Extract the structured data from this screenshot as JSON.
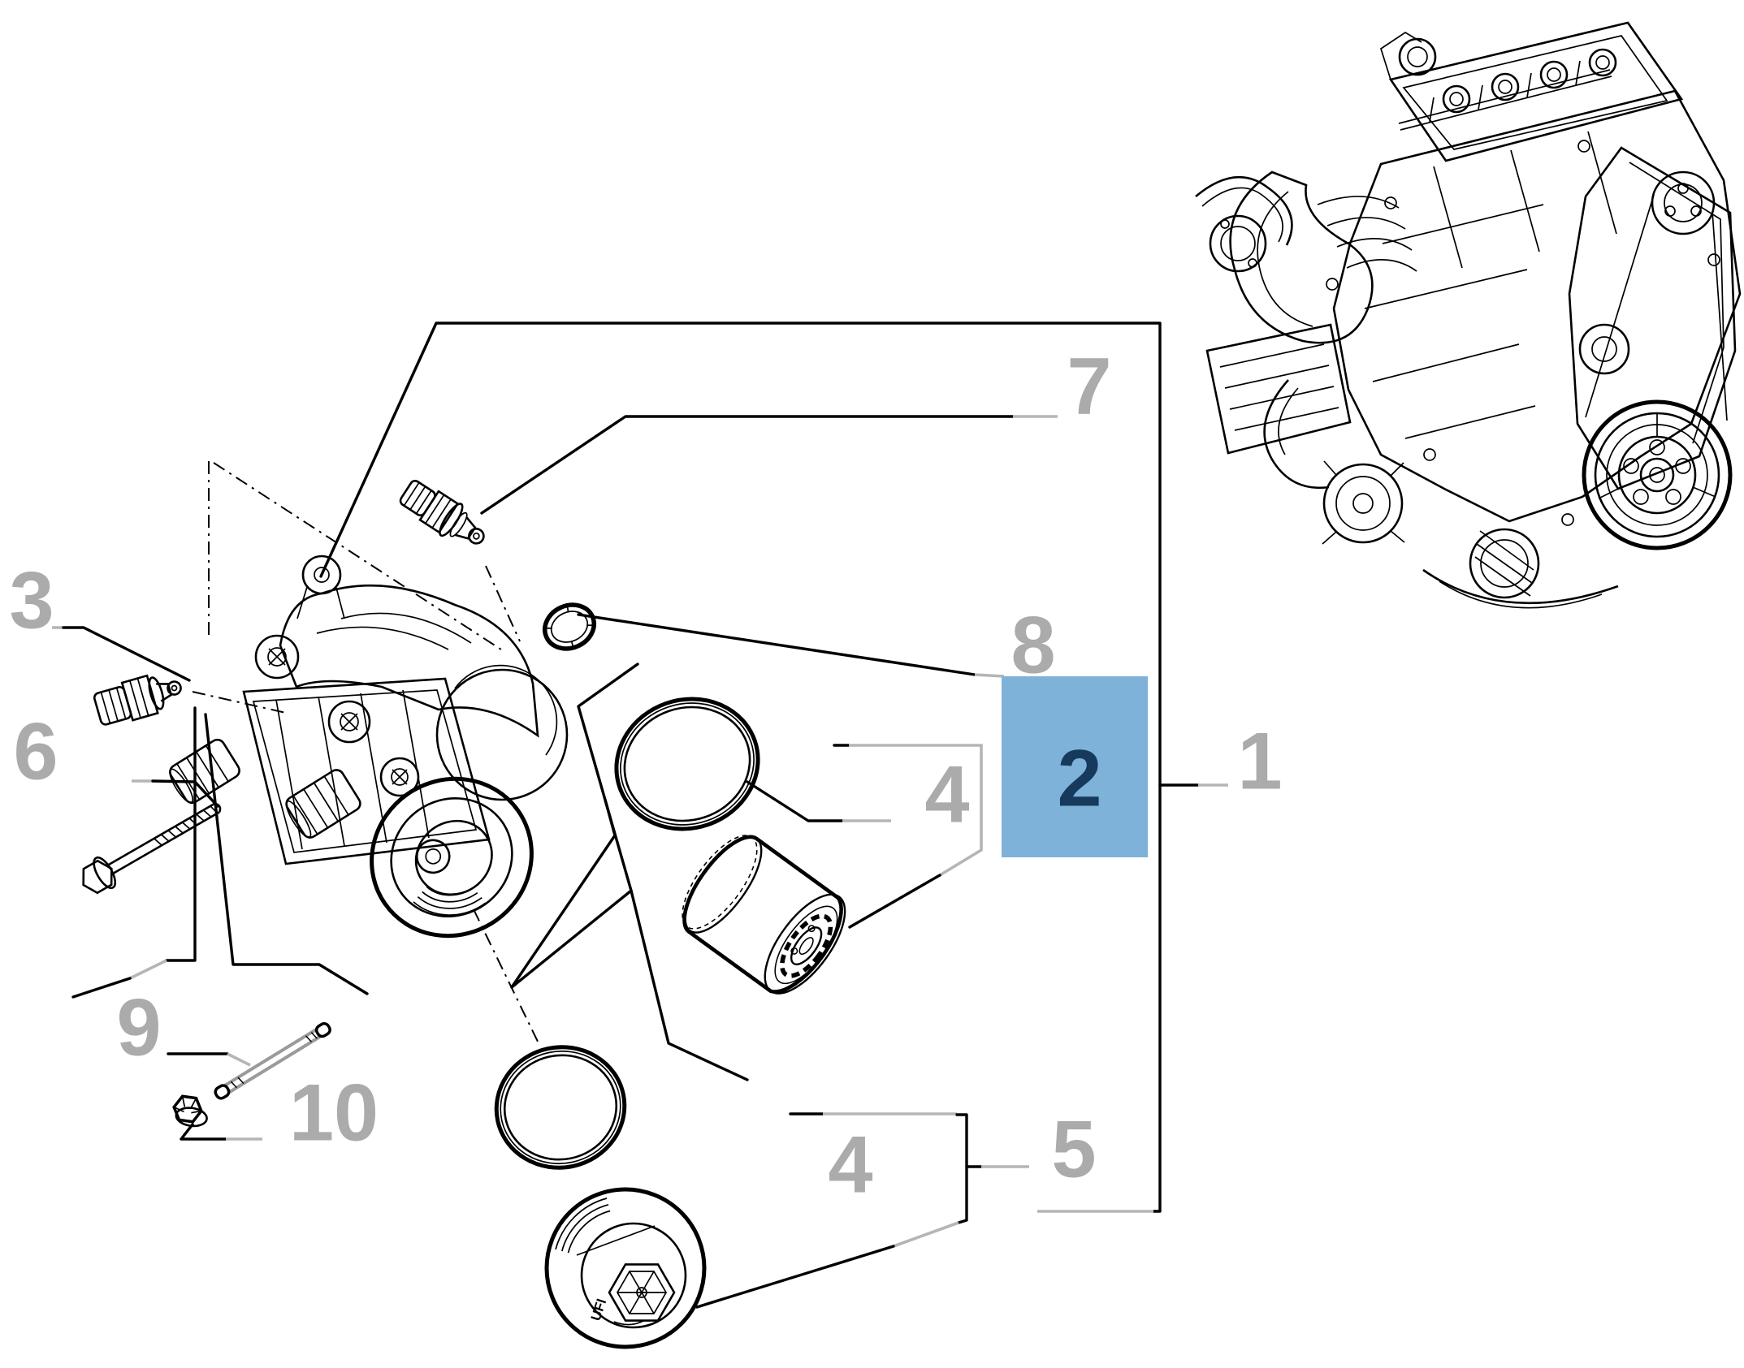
{
  "diagram": {
    "kind": "exploded-parts-diagram",
    "background": "#ffffff",
    "line_color": "#000000",
    "label_color": "#ABABAB",
    "leader_tick_color": "#B5B5B5",
    "highlight": {
      "fill": "#7EB2D8",
      "text_color": "#16395C"
    },
    "callouts": [
      {
        "text": "1",
        "highlighted": false
      },
      {
        "text": "2",
        "highlighted": true
      },
      {
        "text": "3",
        "highlighted": false
      },
      {
        "text": "4",
        "highlighted": false
      },
      {
        "text": "4",
        "highlighted": false
      },
      {
        "text": "5",
        "highlighted": false
      },
      {
        "text": "6",
        "highlighted": false
      },
      {
        "text": "7",
        "highlighted": false
      },
      {
        "text": "8",
        "highlighted": false
      },
      {
        "text": "9",
        "highlighted": false
      },
      {
        "text": "10",
        "highlighted": false
      }
    ],
    "cap_brand_text": "UFI"
  }
}
